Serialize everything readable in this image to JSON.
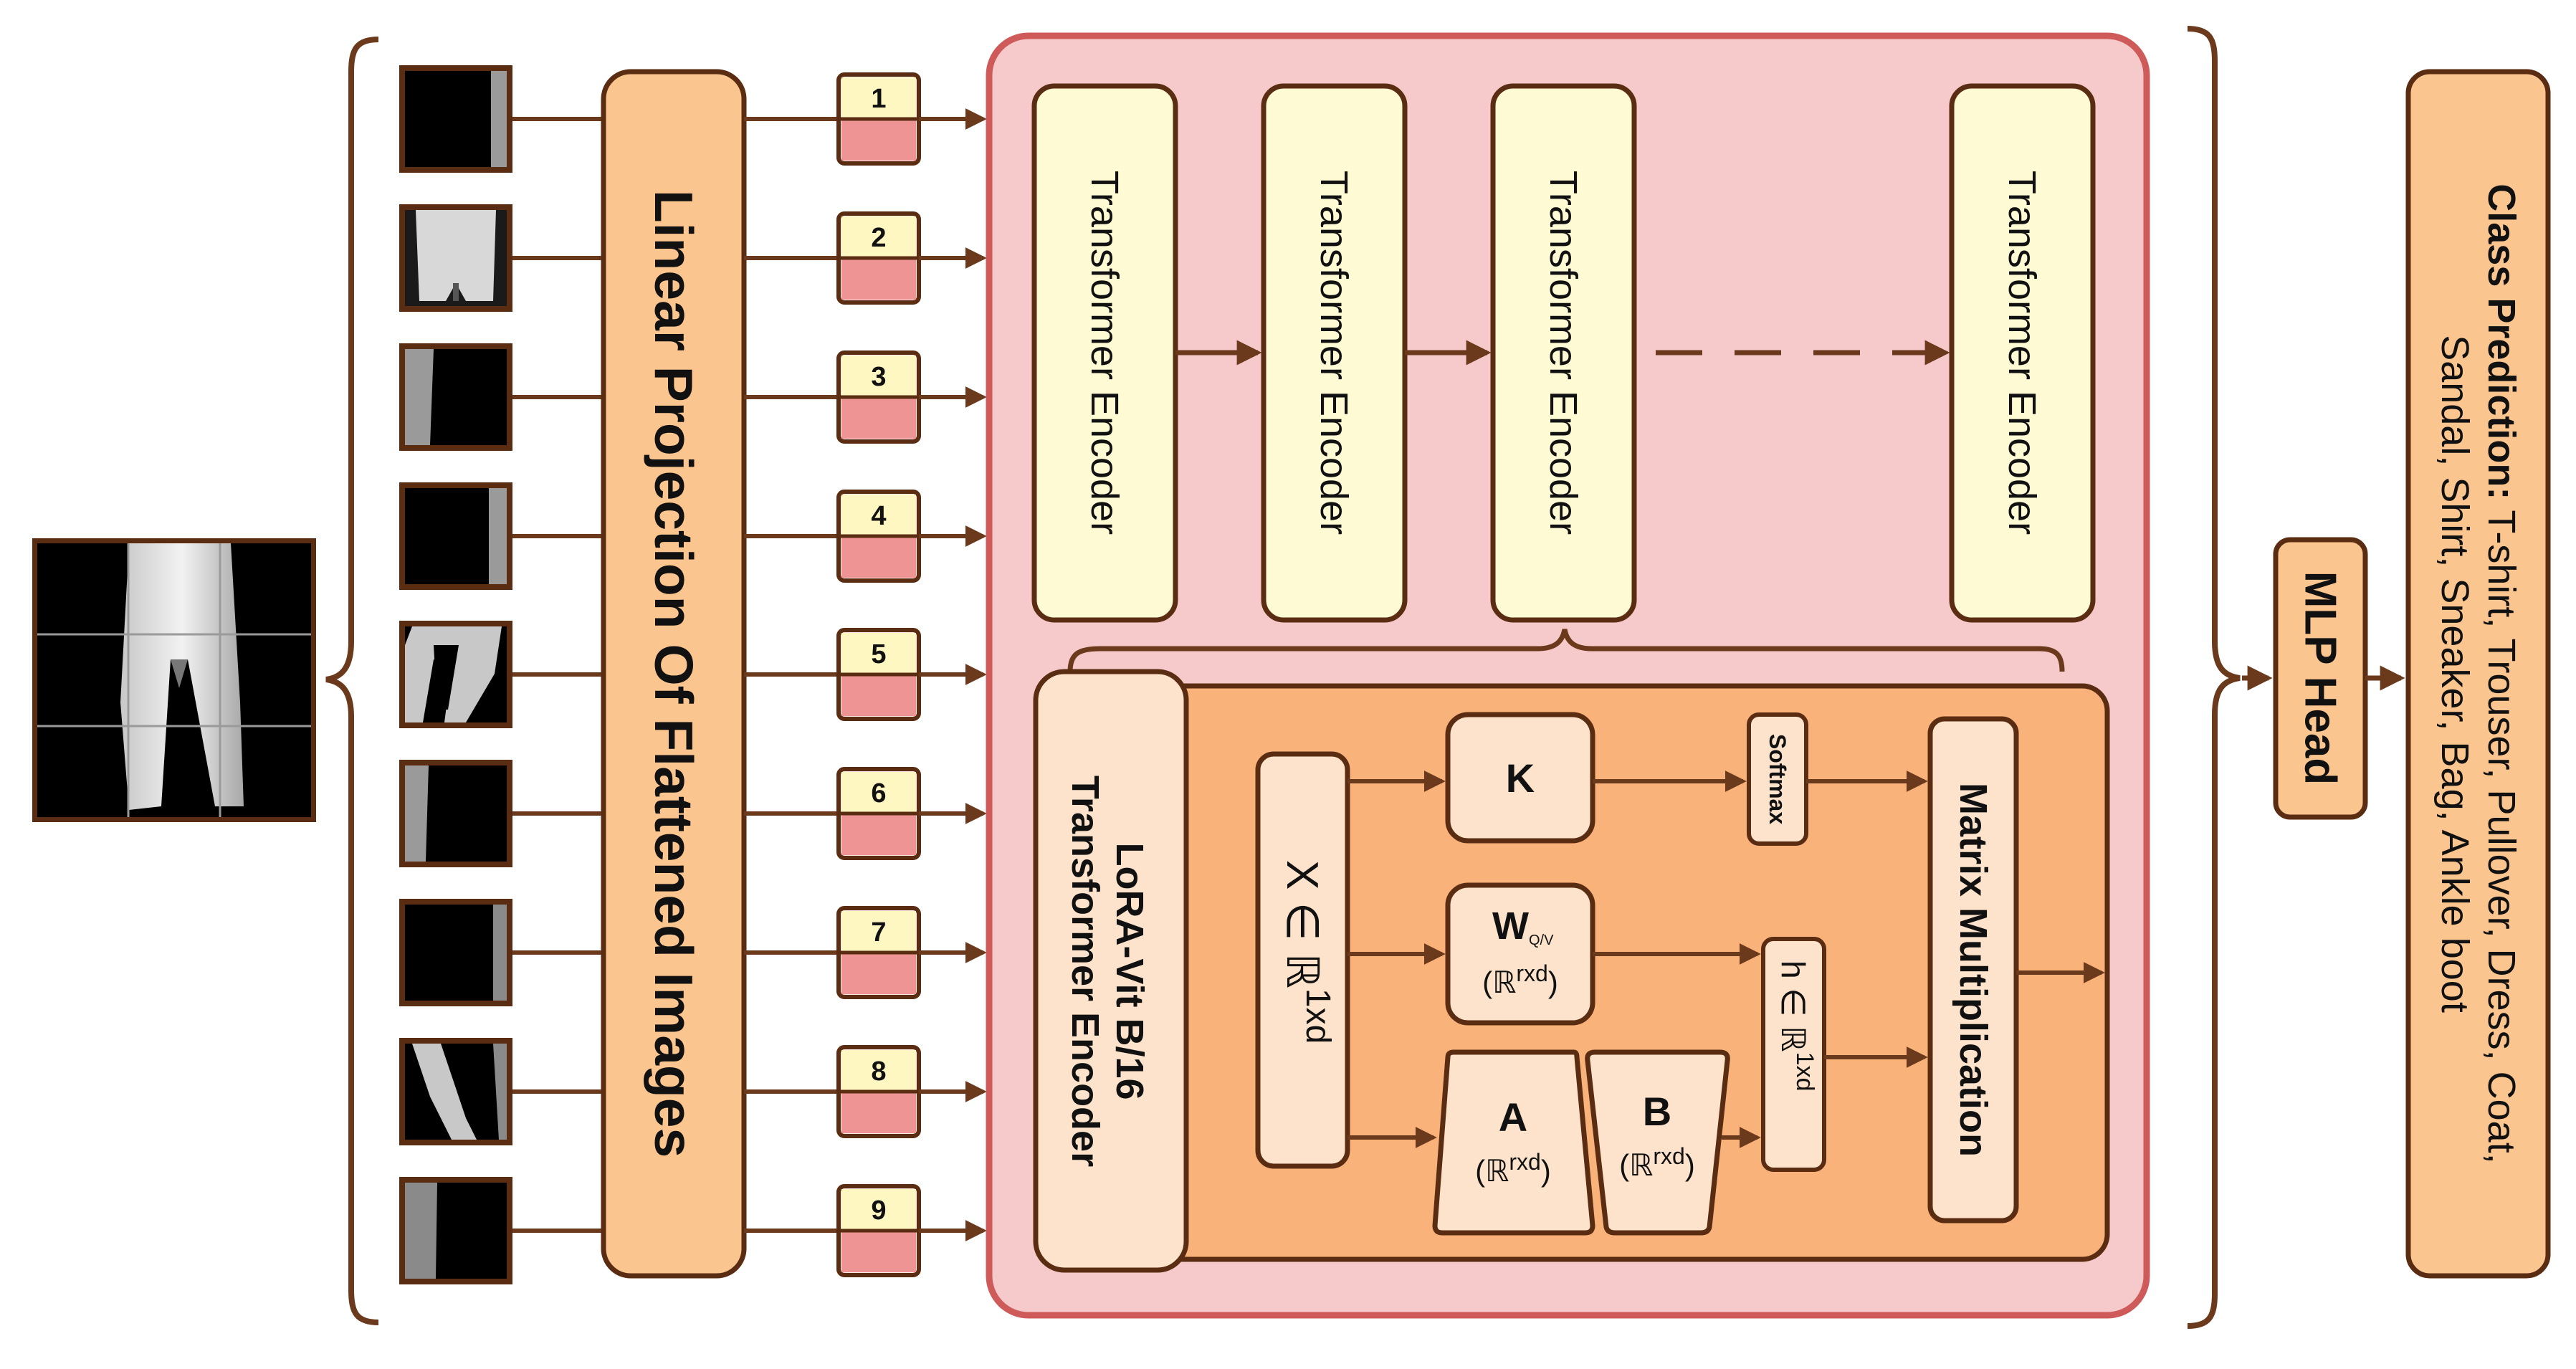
{
  "projection": {
    "label": "Linear Projection Of Flattened Images"
  },
  "tokens": [
    "1",
    "2",
    "3",
    "4",
    "5",
    "6",
    "7",
    "8",
    "9"
  ],
  "encoders": [
    "Transformer Encoder",
    "Transformer Encoder",
    "Transformer Encoder",
    "Transformer Encoder"
  ],
  "lora": {
    "title_line1": "LoRA-Vit B/16",
    "title_line2": "Transformer Encoder",
    "x_symbol": "X ∈ ℝ",
    "x_sup": "1xd",
    "k_label": "K",
    "w_label": "W",
    "w_sub": "Q/V",
    "w_dim_pre": "(ℝ",
    "w_dim_sup": "rxd",
    "w_dim_post": ")",
    "a_label": "A",
    "a_dim_pre": "(ℝ",
    "a_dim_sup": "rxd",
    "a_dim_post": ")",
    "b_label": "B",
    "b_dim_pre": "(ℝ",
    "b_dim_sup": "rxd",
    "b_dim_post": ")",
    "softmax": "Softmax",
    "h_symbol": "h ∈ ℝ",
    "h_sup": "1xd",
    "matmul": "Matrix Multiplication"
  },
  "mlp_head": "MLP Head",
  "prediction": {
    "bold": "Class Prediction:",
    "line1_rest": " T-shirt, Trouser, Pullover, Dress, Coat,",
    "line2": "Sandal, Shirt, Sneaker, Bag, Ankle boot"
  },
  "colors": {
    "stroke": "#5a2d12",
    "arrow": "#6b3a1c",
    "projection_fill": "#fbc58f",
    "token_top": "#fff7c2",
    "token_bottom": "#ee9494",
    "panel_fill": "#f6caca",
    "panel_stroke": "#cf5a5a",
    "encoder_fill": "#fdfad4",
    "lora_fill": "#f9b27a",
    "node_fill": "#fde3cb",
    "head_fill": "#fbc58f"
  }
}
